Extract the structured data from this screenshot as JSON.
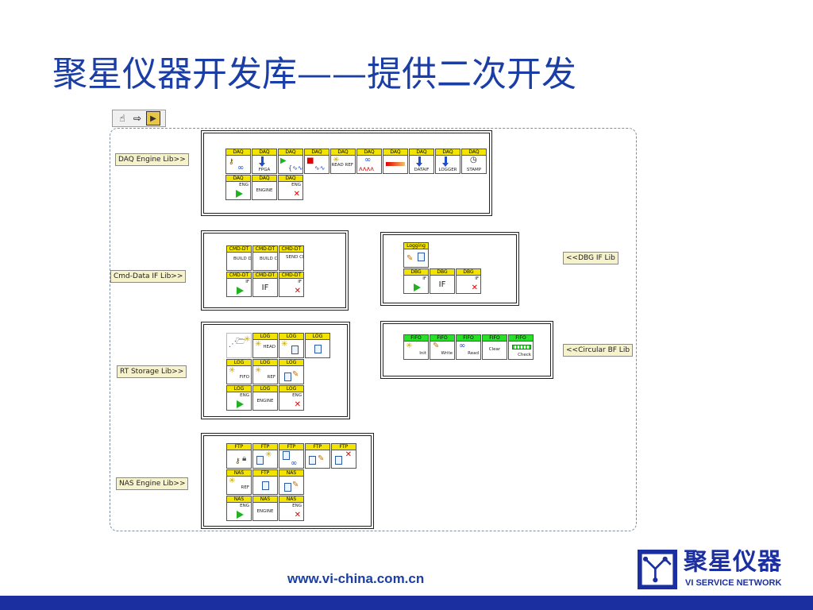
{
  "title": "聚星仪器开发库——提供二次开发",
  "toolbar": {
    "icons": [
      "hand-icon",
      "arrow-icon",
      "run-icon"
    ]
  },
  "libs": {
    "daq_label": "DAQ Engine Lib>>",
    "cmd_label": "Cmd-Data IF Lib>>",
    "rt_label": "RT Storage Lib>>",
    "nas_label": "NAS Engine Lib>>",
    "dbg_label": "<<DBG IF Lib",
    "fifo_label": "<<Circular BF Lib"
  },
  "tags": {
    "daq": "DAQ",
    "cmd": "CMD-DT",
    "logging": "Logging",
    "dbg": "DBG",
    "log": "LOG",
    "fifo": "FIFO",
    "ftp": "FTP",
    "nas": "NAS"
  },
  "captions": {
    "fpga": "FPGA",
    "read_ref": "READ REF",
    "dataif": "DATAIF",
    "logger": "LOGGER",
    "stamp": "STAMP",
    "eng": "ENG",
    "engine": "ENGINE",
    "build_data": "BUILD DATA",
    "build_cmd": "BUILD CMD",
    "send_cmd": "SEND CMD",
    "if_small": "IF",
    "if_big": "IF",
    "head": "HEAD",
    "fifo": "FIFO",
    "ref": "REF",
    "init": "Init",
    "write": "Write",
    "read": "Read",
    "clear": "Clear",
    "check": "Check"
  },
  "footer": {
    "url": "www.vi-china.com.cn",
    "logo_cn": "聚星仪器",
    "logo_en": "VI SERVICE NETWORK"
  },
  "colors": {
    "title": "#1a3ea6",
    "tag_yellow": "#f2e400",
    "tag_green": "#28e028",
    "bottom_bar": "#1c2fa0"
  }
}
